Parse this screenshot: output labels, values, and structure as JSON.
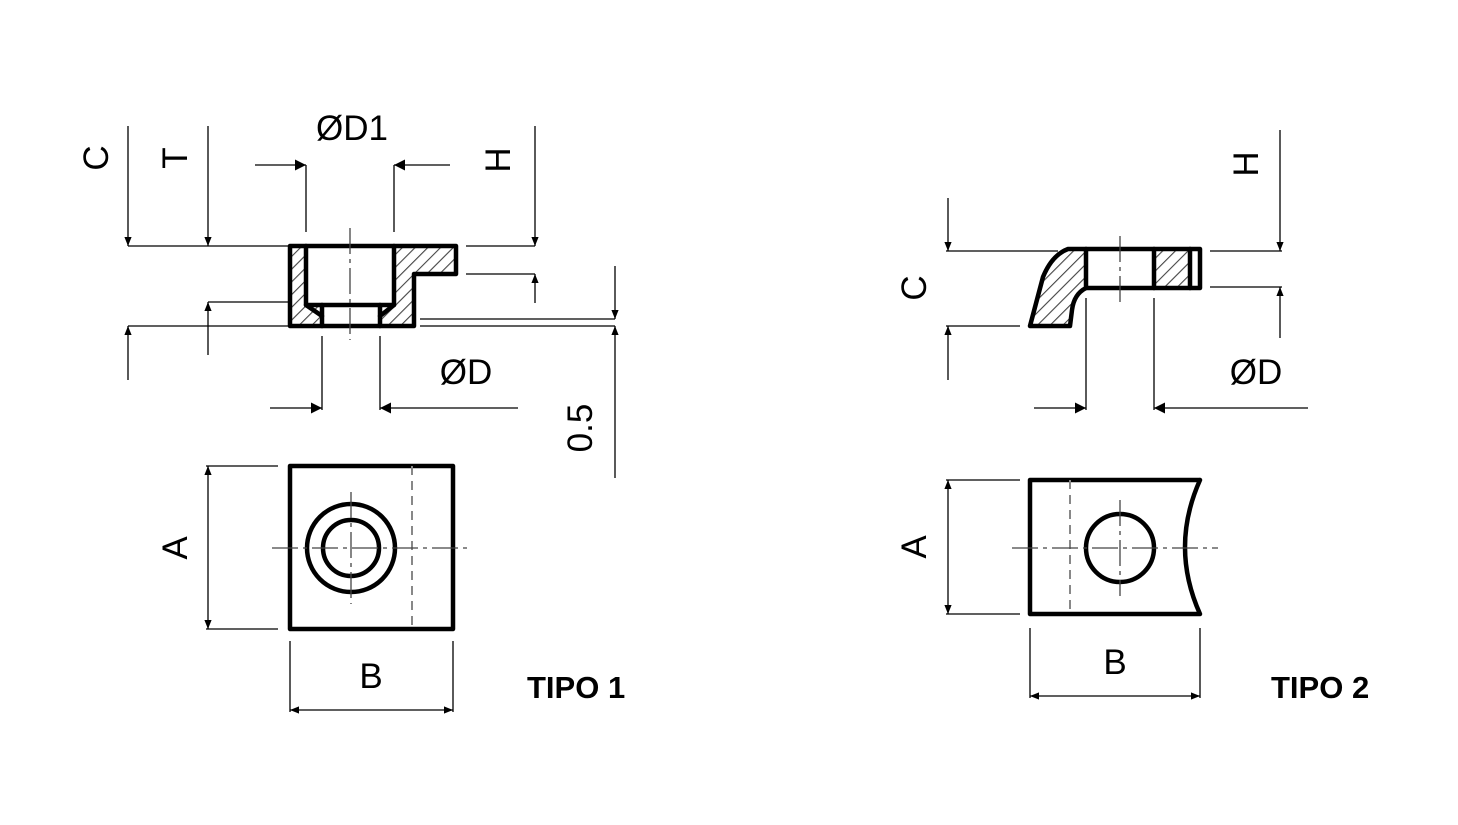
{
  "drawing": {
    "tipo1": {
      "label": "TIPO 1",
      "dims": {
        "c": "C",
        "t": "T",
        "d1": "ØD1",
        "h": "H",
        "d": "ØD",
        "offset": "0.5",
        "a": "A",
        "b": "B"
      }
    },
    "tipo2": {
      "label": "TIPO 2",
      "dims": {
        "h": "H",
        "c": "C",
        "d": "ØD",
        "a": "A",
        "b": "B"
      }
    }
  }
}
